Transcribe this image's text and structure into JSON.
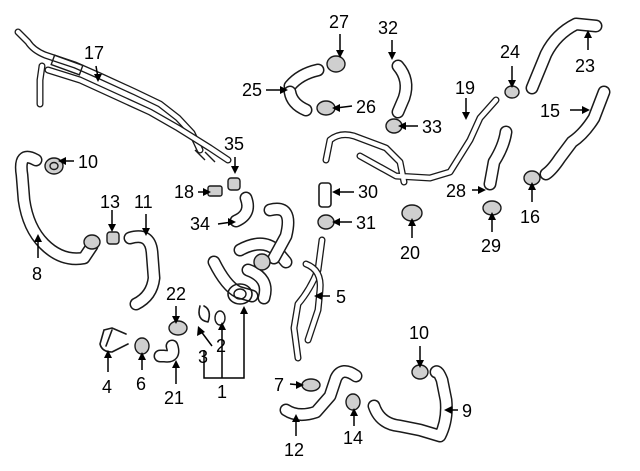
{
  "callouts": {
    "c1": "1",
    "c2": "2",
    "c3": "3",
    "c4": "4",
    "c5": "5",
    "c6": "6",
    "c7": "7",
    "c8": "8",
    "c9": "9",
    "c10a": "10",
    "c10b": "10",
    "c11": "11",
    "c12": "12",
    "c13": "13",
    "c14": "14",
    "c15": "15",
    "c16": "16",
    "c17": "17",
    "c18": "18",
    "c19": "19",
    "c20": "20",
    "c21": "21",
    "c22": "22",
    "c23": "23",
    "c24": "24",
    "c25": "25",
    "c26": "26",
    "c27": "27",
    "c28": "28",
    "c29": "29",
    "c30": "30",
    "c31": "31",
    "c32": "32",
    "c33": "33",
    "c34": "34",
    "c35": "35"
  }
}
